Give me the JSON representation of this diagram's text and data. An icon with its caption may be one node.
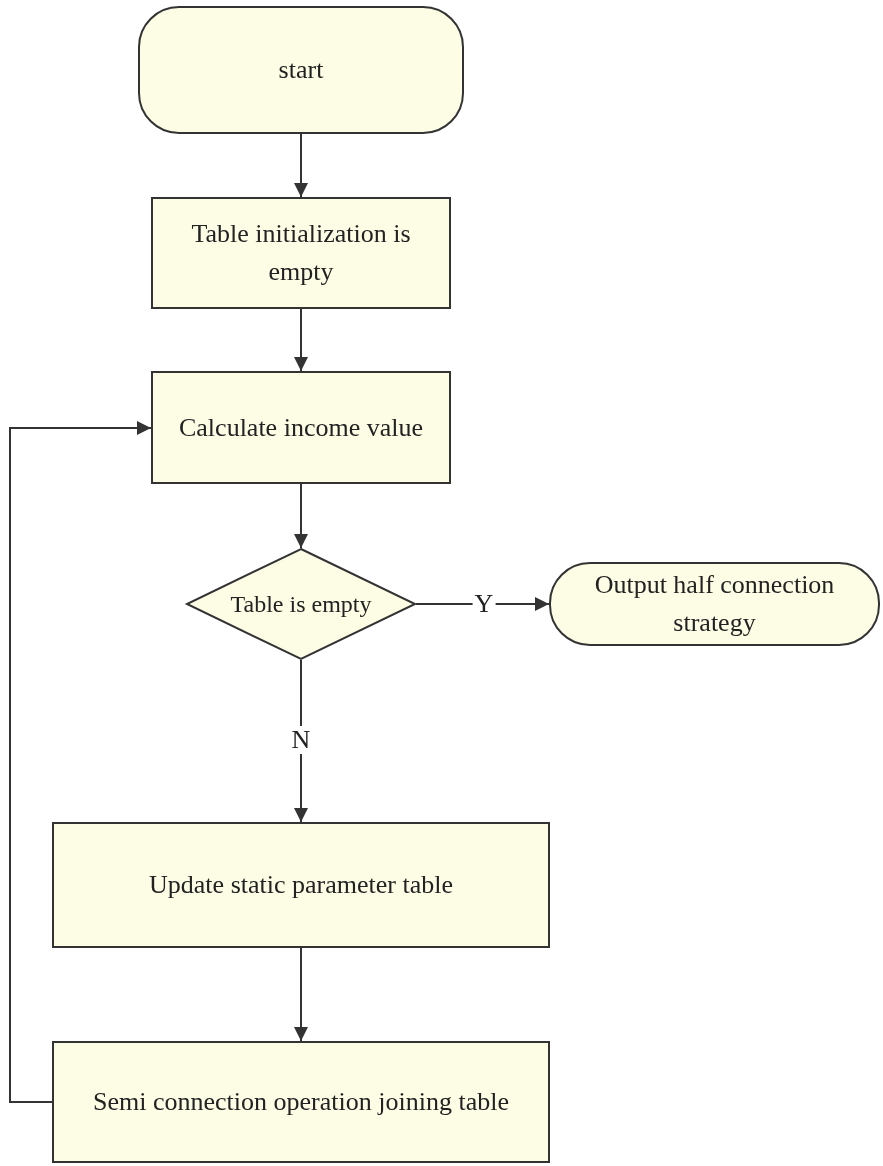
{
  "diagram": {
    "nodes": [
      {
        "text": [
          "start"
        ]
      },
      {
        "text": [
          "Table initialization is empty"
        ]
      },
      {
        "text": [
          "Calculate income value"
        ]
      },
      {
        "text": [
          "Table is empty"
        ]
      },
      {
        "text": [
          "Output half connection strategy"
        ]
      },
      {
        "text": [
          "Update static parameter table"
        ]
      },
      {
        "text": [
          "Semi connection operation joining table"
        ]
      }
    ],
    "edges": [
      {
        "from": 0,
        "to": 1,
        "arrow": "to"
      },
      {
        "from": 1,
        "to": 2,
        "arrow": "to"
      },
      {
        "from": 2,
        "to": 3,
        "arrow": "to"
      },
      {
        "from": 3,
        "to": 4,
        "arrow": "to",
        "label": "Y"
      },
      {
        "from": 3,
        "to": 5,
        "arrow": "to",
        "label": "N"
      },
      {
        "from": 5,
        "to": 6,
        "arrow": "to"
      },
      {
        "from": 6,
        "to": 2,
        "arrow": "to"
      }
    ]
  }
}
